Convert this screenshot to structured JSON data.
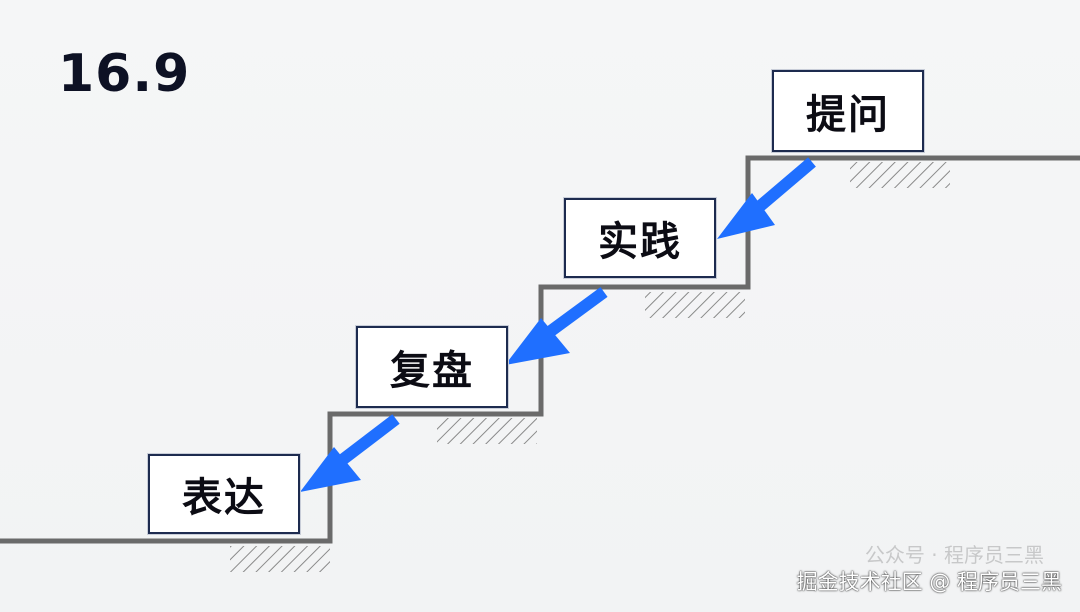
{
  "page_number": "16.9",
  "steps": [
    {
      "label": "提问"
    },
    {
      "label": "实践"
    },
    {
      "label": "复盘"
    },
    {
      "label": "表达"
    }
  ],
  "colors": {
    "stair_line": "#6a6a6a",
    "arrow": "#1f6fff",
    "label_border": "#1d2b4f"
  },
  "watermark": {
    "faint_text": "公众号 · 程序员三黑",
    "main_text": "掘金技术社区 @ 程序员三黑"
  }
}
